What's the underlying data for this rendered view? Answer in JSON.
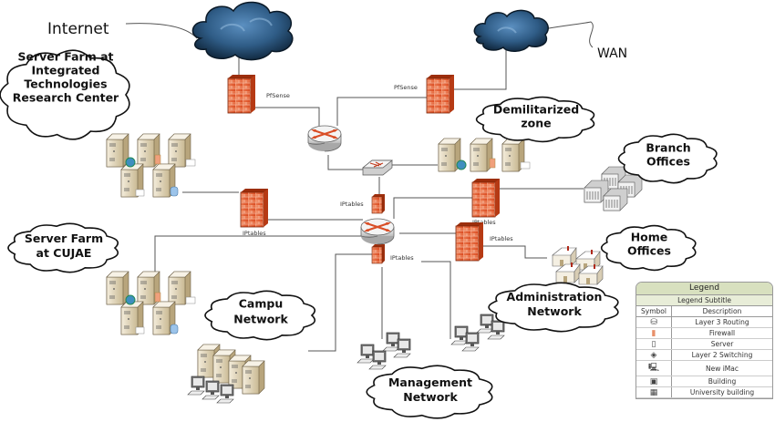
{
  "labels": {
    "internet": "Internet",
    "wan": "WAN"
  },
  "clouds": [
    {
      "id": "server-farm-itrc",
      "lines": [
        "Server Farm at",
        "Integrated",
        "Technologies",
        "Research Center"
      ]
    },
    {
      "id": "dmz",
      "lines": [
        "Demilitarized",
        "zone"
      ]
    },
    {
      "id": "branch-offices",
      "lines": [
        "Branch",
        "Offices"
      ]
    },
    {
      "id": "server-farm-cujae",
      "lines": [
        "Server Farm",
        "at CUJAE"
      ]
    },
    {
      "id": "home-offices",
      "lines": [
        "Home",
        "Offices"
      ]
    },
    {
      "id": "campus-network",
      "lines": [
        "Campu",
        "Network"
      ]
    },
    {
      "id": "administration-network",
      "lines": [
        "Administration",
        "Network"
      ]
    },
    {
      "id": "management-network",
      "lines": [
        "Management",
        "Network"
      ]
    }
  ],
  "firewalls": [
    {
      "id": "fw-internet",
      "label": "PfSense"
    },
    {
      "id": "fw-wan",
      "label": "PfSense"
    },
    {
      "id": "fw-itrc",
      "label": "IPtables"
    },
    {
      "id": "fw-core-top",
      "label": "IPtables"
    },
    {
      "id": "fw-branch",
      "label": "IPtables"
    },
    {
      "id": "fw-home",
      "label": "IPtables"
    },
    {
      "id": "fw-core-bottom",
      "label": "IPtables"
    }
  ],
  "legend": {
    "title": "Legend",
    "subtitle": "Legend Subtitle",
    "headers": {
      "symbol": "Symbol",
      "description": "Description"
    },
    "rows": [
      {
        "icon": "router-icon",
        "description": "Layer 3 Routing"
      },
      {
        "icon": "firewall-icon",
        "description": "Firewall"
      },
      {
        "icon": "server-icon",
        "description": "Server"
      },
      {
        "icon": "switch-icon",
        "description": "Layer 2 Switching"
      },
      {
        "icon": "imac-icon",
        "description": "New iMac"
      },
      {
        "icon": "building-icon",
        "description": "Building"
      },
      {
        "icon": "university-building-icon",
        "description": "University building"
      }
    ]
  },
  "colors": {
    "cloud_dark": "#1f3f5e",
    "cloud_light": "#4a7fb0",
    "firewall": "#e8663c",
    "server": "#e9dfc7",
    "legend_header": "#d8e0bf"
  }
}
